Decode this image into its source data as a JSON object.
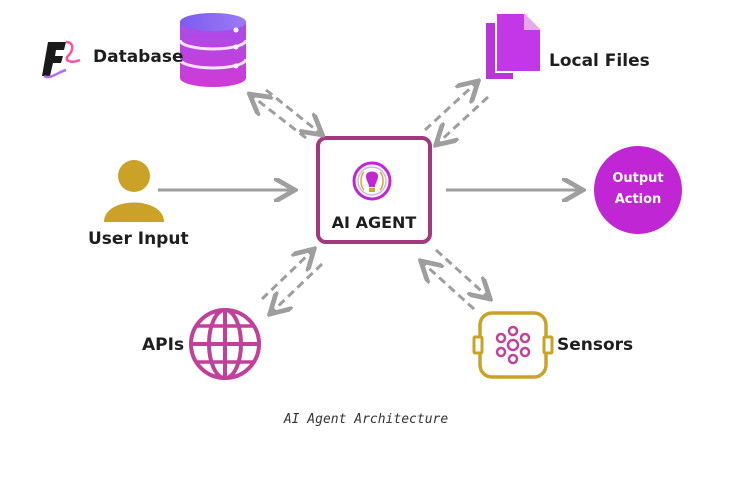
{
  "diagram": {
    "center": {
      "label": "AI AGENT"
    },
    "nodes": {
      "database": {
        "label": "Database"
      },
      "local_files": {
        "label": "Local Files"
      },
      "user_input": {
        "label": "User Input"
      },
      "output_action": {
        "label": "Output\nAction"
      },
      "apis": {
        "label": "APIs"
      },
      "sensors": {
        "label": "Sensors"
      }
    },
    "caption": "AI Agent Architecture"
  },
  "colors": {
    "purple": "#c026d3",
    "violet": "#8b5cf6",
    "magenta_outline": "#a3387f",
    "gold": "#c9a227",
    "arrow_gray": "#9e9e9e"
  },
  "icons": {
    "logo": "f-logo-icon",
    "database": "database-icon",
    "local_files": "files-icon",
    "user_input": "user-icon",
    "center": "lightbulb-brain-icon",
    "apis": "globe-icon",
    "sensors": "sensor-icon"
  }
}
